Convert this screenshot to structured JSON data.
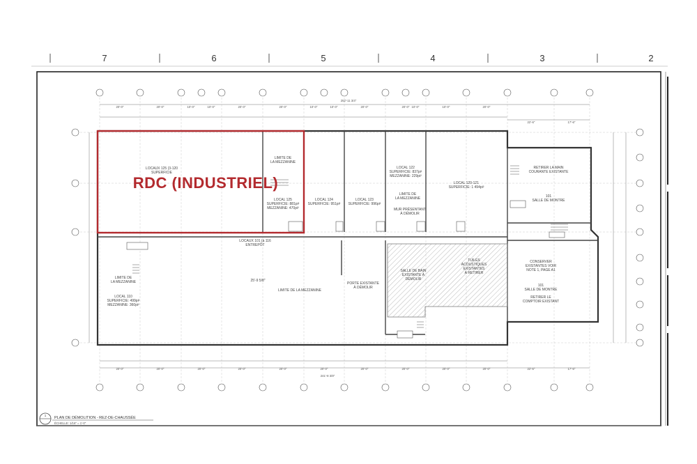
{
  "columns": [
    "7",
    "6",
    "5",
    "4",
    "3",
    "2"
  ],
  "highlight_label": "RDC (INDUSTRIEL)",
  "overall_dims": {
    "top": "252'-11 3/4\"",
    "bottom": "241'-8 3/8\""
  },
  "top_dims": [
    "20'-0\"",
    "20'-0\"",
    "10'-0\"",
    "10'-0\"",
    "20'-0\"",
    "20'-0\"",
    "10'-0\"",
    "10'-0\"",
    "20'-0\"",
    "20'-0\"",
    "10'-0\"",
    "10'-0\"",
    "20'-0\"",
    "22'-6\"",
    "17'-6\""
  ],
  "bottom_dims": [
    "20'-0\"",
    "20'-0\"",
    "20'-0\"",
    "20'-0\"",
    "20'-0\"",
    "20'-0\"",
    "20'-0\"",
    "20'-0\"",
    "20'-0\"",
    "20'-0\"",
    "22'-6\"",
    "17'-6\""
  ],
  "rooms": [
    {
      "lines": [
        "LOCAUX 125 (3-120",
        "SUPERFICIE"
      ]
    },
    {
      "lines": [
        "LIMITE DE",
        "LA MEZZANINE"
      ]
    },
    {
      "lines": [
        "LOCAL 125",
        "SUPERFICIE: 881pi²",
        "MEZZANINE: 470pi²"
      ]
    },
    {
      "lines": [
        "LOCAL 124",
        "SUPERFICIE: 951pi²"
      ]
    },
    {
      "lines": [
        "LOCAL 123",
        "SUPERFICIE: 996pi²"
      ]
    },
    {
      "lines": [
        "LOCAL 122",
        "SUPERFICIE: 837pi²",
        "MEZZANINE: 229pi²"
      ]
    },
    {
      "lines": [
        "LIMITE DE",
        "LA MEZZANINE"
      ]
    },
    {
      "lines": [
        "MUR PRÉSENTANT",
        "À DÉMOLIR"
      ]
    },
    {
      "lines": [
        "LOCAL 120-121",
        "SUPERFICIE: 1 494pi²"
      ]
    },
    {
      "lines": [
        "RETIRER LA MAIN",
        "COURANTE EXISTANTE"
      ]
    },
    {
      "lines": [
        "101",
        "SALLE DE MONTRE"
      ]
    },
    {
      "lines": [
        "LOCAUX 101 (à 116",
        "ENTREPÔT"
      ]
    },
    {
      "lines": [
        "LIMITE DE",
        "LA MEZZANINE"
      ]
    },
    {
      "lines": [
        "LOCAL 110",
        "SUPERFICIE: 499pi²",
        "MEZZANINE: 360pi²"
      ]
    },
    {
      "lines": [
        "25'-9 5/8\""
      ]
    },
    {
      "lines": [
        "LIMITE DE LA MEZZANINE"
      ]
    },
    {
      "lines": [
        "PORTE EXISTANTE",
        "À DÉMOLIR"
      ]
    },
    {
      "lines": [
        "SALLE DE BAIN",
        "EXISTANTE À",
        "DÉMOLIR"
      ]
    },
    {
      "lines": [
        "TUILES",
        "ACOUSTIQUES",
        "EXISTANTES",
        "À RETIRER"
      ]
    },
    {
      "lines": [
        "CONSERVER",
        "EXISTANTES VOIR",
        "NOTE 1, PAGE A1"
      ]
    },
    {
      "lines": [
        "101",
        "SALLE DE MONTRE"
      ]
    },
    {
      "lines": [
        "RETIRER LE",
        "COMPTOIR EXISTANT"
      ]
    }
  ],
  "title_block": {
    "number": "1",
    "title": "PLAN DE DÉMOLITION - REZ-DE-CHAUSSÉE",
    "scale": "ÉCHELLE: 1/16\" = 1'-0\""
  }
}
